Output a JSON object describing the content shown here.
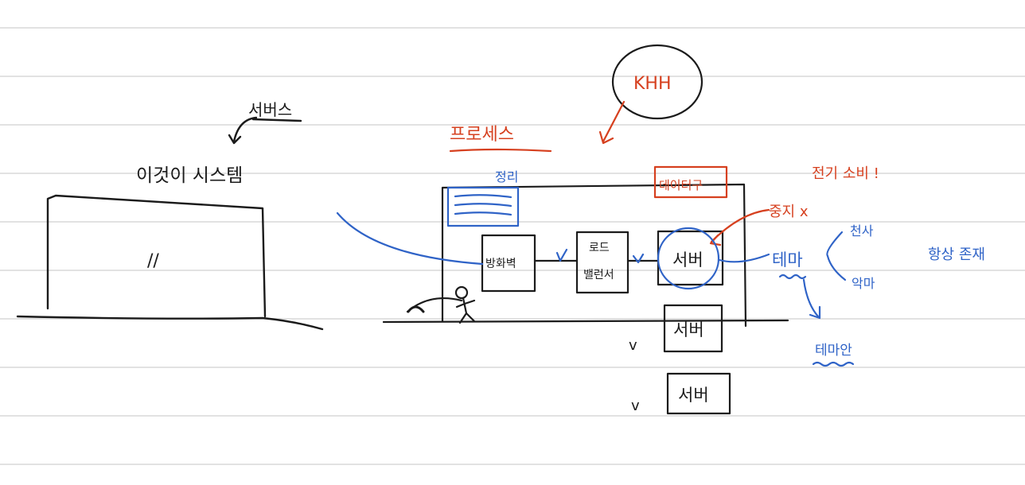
{
  "page": {
    "background": "#ffffff",
    "rule_color": "#d9d9d9"
  },
  "colors": {
    "ink": "#1b1b1b",
    "red": "#d6401f",
    "blue": "#2f63c7"
  },
  "left_sketch": {
    "caption": "이것이 시스템",
    "arrow_label": "서버스",
    "mark": "//"
  },
  "right_sketch": {
    "title_label": "프로세스",
    "circle_label": "KHH",
    "top_box_label": "정리",
    "corner_box_label": "데이터구",
    "box_mid_left": "방화벽",
    "box_mid_center_top": "로드",
    "box_mid_center_bottom": "밸런서",
    "server_main": "서버",
    "server_2": "서버",
    "server_3": "서버",
    "check_2": "v",
    "check_3": "v",
    "stop_note": "중지 x",
    "alert_note": "전기 소비 !",
    "theme_label": "테마",
    "theme_sub": "테마안",
    "branch_upper": "천사",
    "branch_lower": "악마",
    "side_note": "항상 존재"
  }
}
